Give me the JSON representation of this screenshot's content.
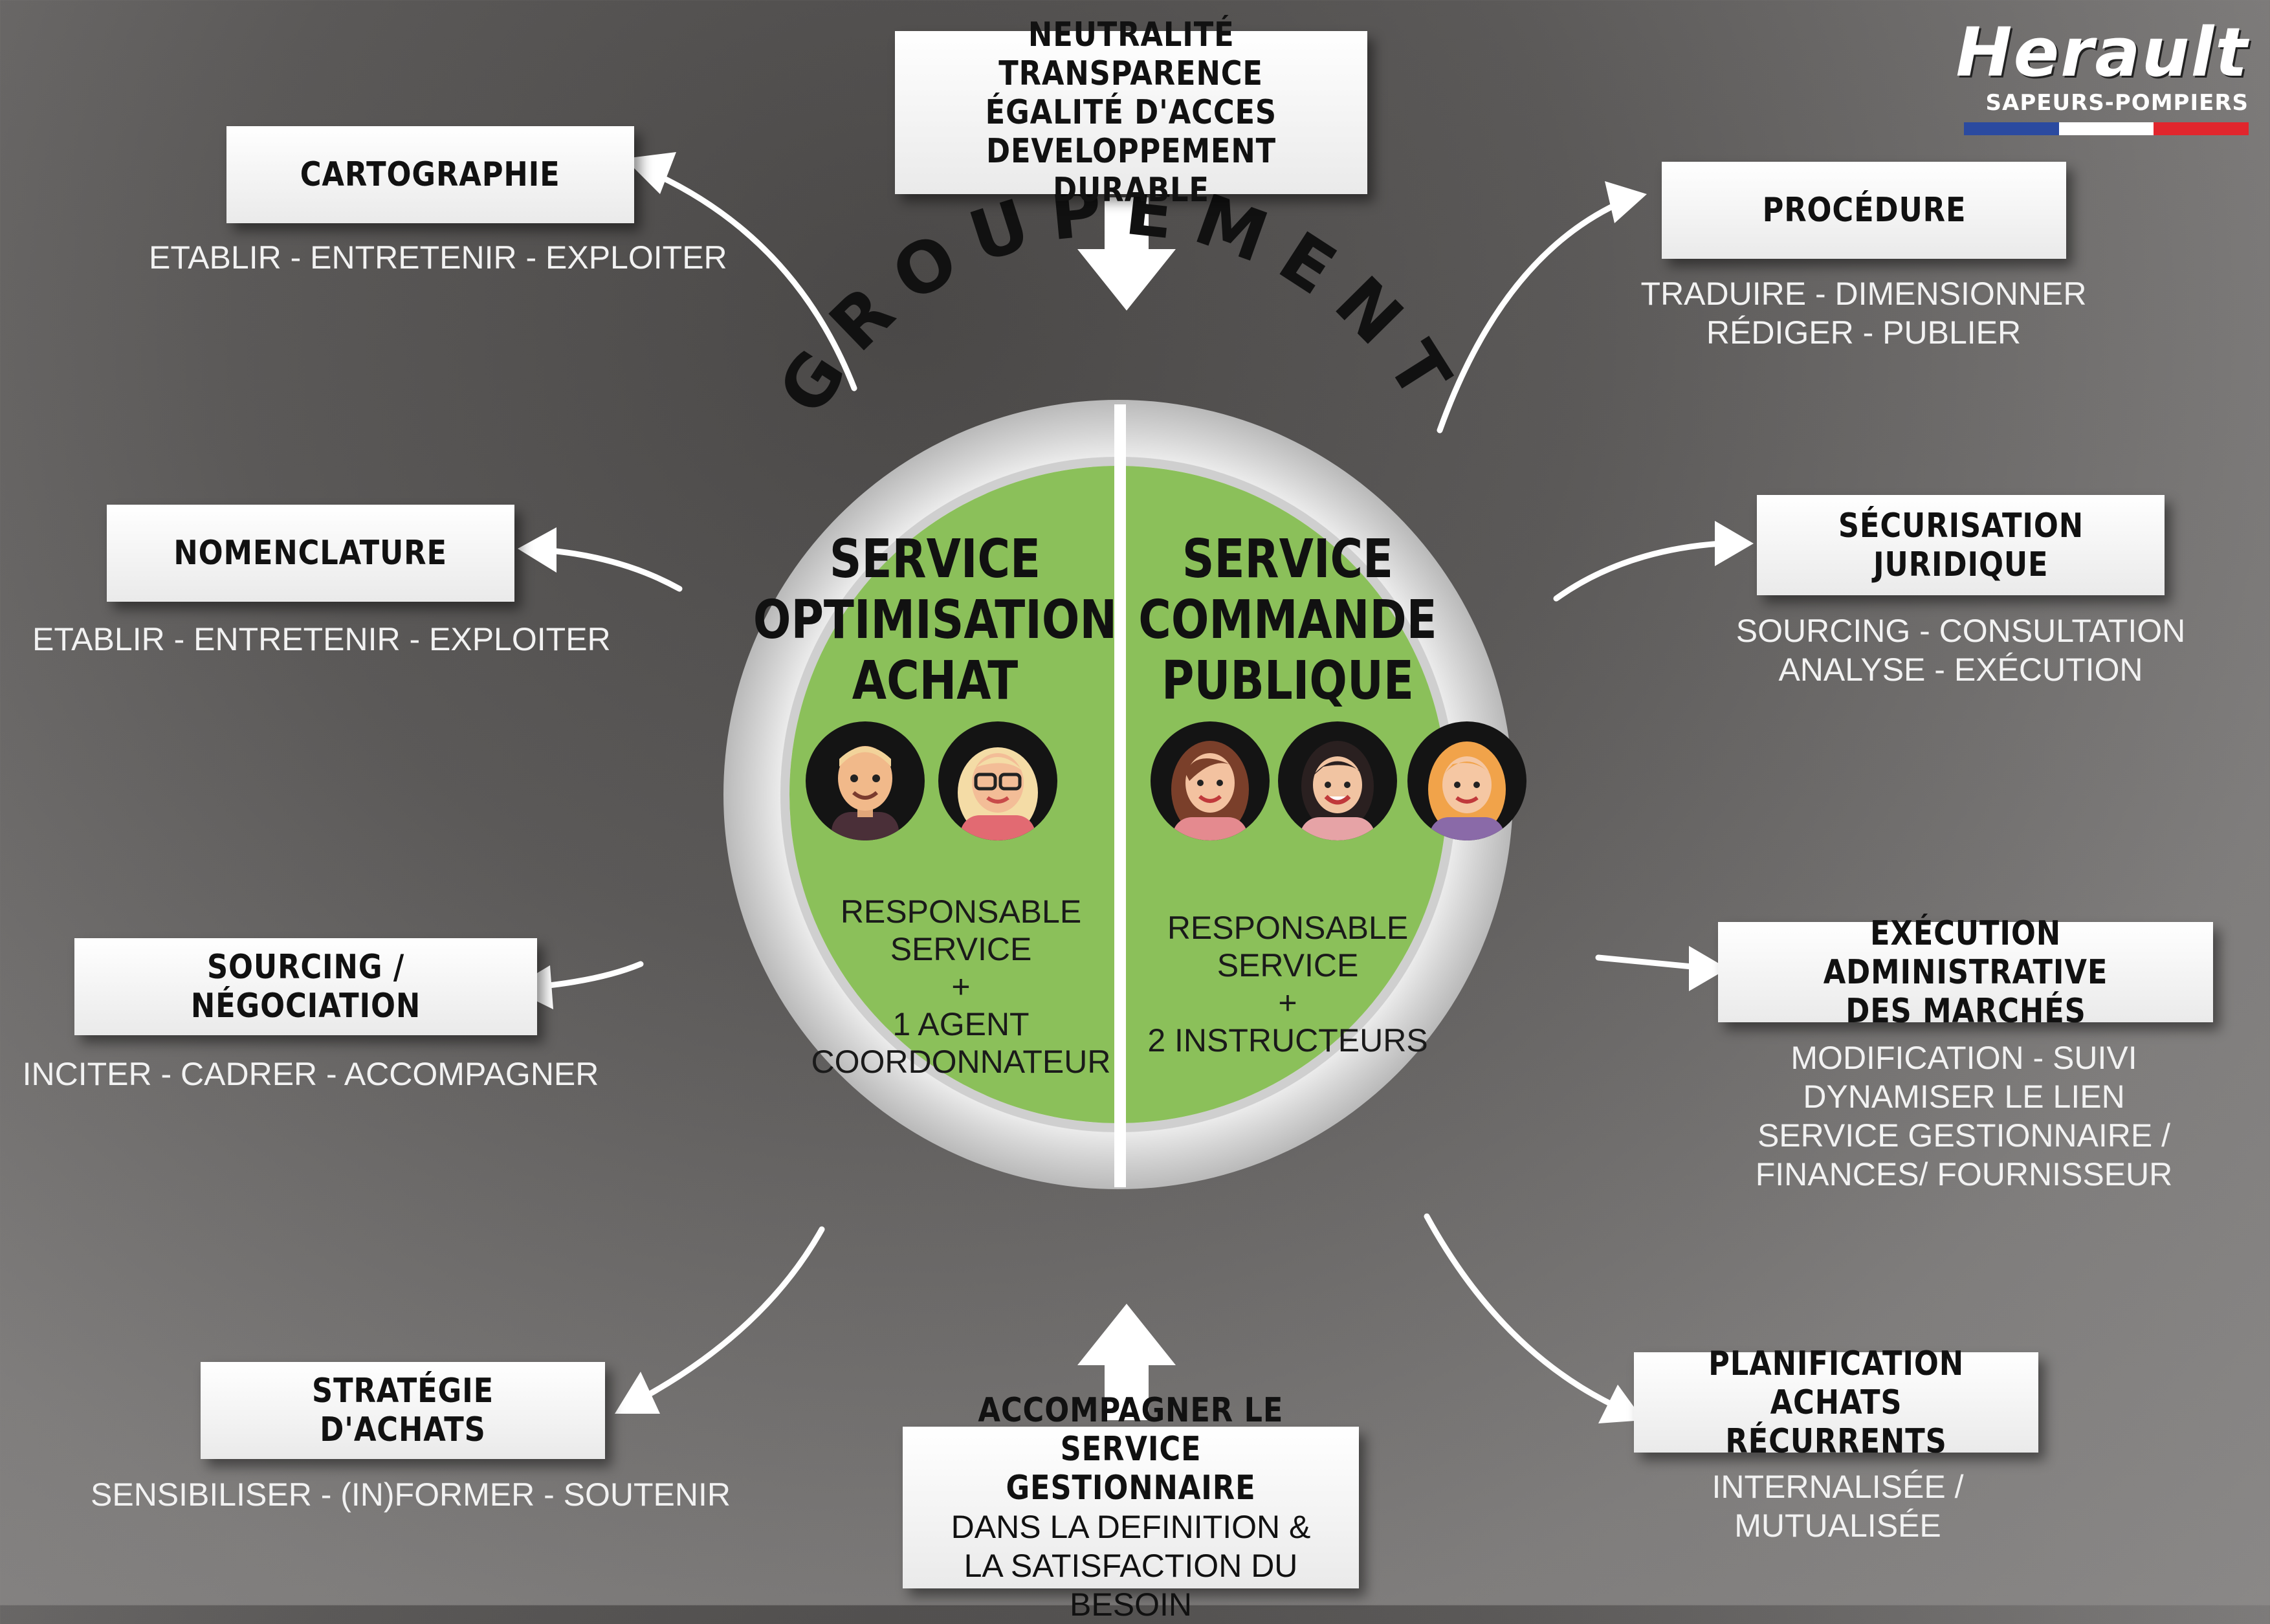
{
  "logo": {
    "brand": "Herault",
    "subtitle": "SAPEURS-POMPIERS",
    "colors": [
      "#2b4aa0",
      "#ffffff",
      "#e1262d"
    ]
  },
  "center": {
    "ring_label": "GROUPEMENT",
    "left": {
      "title": [
        "SERVICE",
        "OPTIMISATION",
        "ACHAT"
      ],
      "desc": [
        "RESPONSABLE",
        "SERVICE",
        "+",
        "1 AGENT",
        "COORDONNATEUR"
      ]
    },
    "right": {
      "title": [
        "SERVICE",
        "COMMANDE",
        "PUBLIQUE"
      ],
      "desc": [
        "RESPONSABLE",
        "SERVICE",
        "+",
        "2 INSTRUCTEURS"
      ]
    },
    "fill_color": "#8bc05a"
  },
  "top": {
    "lines": [
      "NEUTRALITÉ",
      "TRANSPARENCE",
      "ÉGALITÉ D'ACCES",
      "DEVELOPPEMENT DURABLE"
    ]
  },
  "bottom": {
    "title": [
      "ACCOMPAGNER LE",
      "SERVICE GESTIONNAIRE"
    ],
    "lines": [
      "DANS LA DEFINITION &",
      "LA SATISFACTION DU BESOIN"
    ]
  },
  "left_nodes": [
    {
      "title": [
        "CARTOGRAPHIE"
      ],
      "sub": [
        "ETABLIR - ENTRETENIR - EXPLOITER"
      ]
    },
    {
      "title": [
        "NOMENCLATURE"
      ],
      "sub": [
        "ETABLIR - ENTRETENIR - EXPLOITER"
      ]
    },
    {
      "title": [
        "SOURCING / NÉGOCIATION"
      ],
      "sub": [
        "INCITER - CADRER - ACCOMPAGNER"
      ]
    },
    {
      "title": [
        "STRATÉGIE D'ACHATS"
      ],
      "sub": [
        "SENSIBILISER - (IN)FORMER - SOUTENIR"
      ]
    }
  ],
  "right_nodes": [
    {
      "title": [
        "PROCÉDURE"
      ],
      "sub": [
        "TRADUIRE - DIMENSIONNER",
        "RÉDIGER - PUBLIER"
      ]
    },
    {
      "title": [
        "SÉCURISATION",
        "JURIDIQUE"
      ],
      "sub": [
        "SOURCING - CONSULTATION",
        "ANALYSE - EXÉCUTION"
      ]
    },
    {
      "title": [
        "EXÉCUTION ADMINISTRATIVE",
        "DES MARCHÉS"
      ],
      "sub": [
        "MODIFICATION - SUIVI",
        "DYNAMISER  LE LIEN",
        "SERVICE GESTIONNAIRE /",
        "FINANCES/ FOURNISSEUR"
      ]
    },
    {
      "title": [
        "PLANIFICATION",
        "ACHATS RÉCURRENTS"
      ],
      "sub": [
        "INTERNALISÉE /",
        "MUTUALISÉE"
      ]
    }
  ]
}
